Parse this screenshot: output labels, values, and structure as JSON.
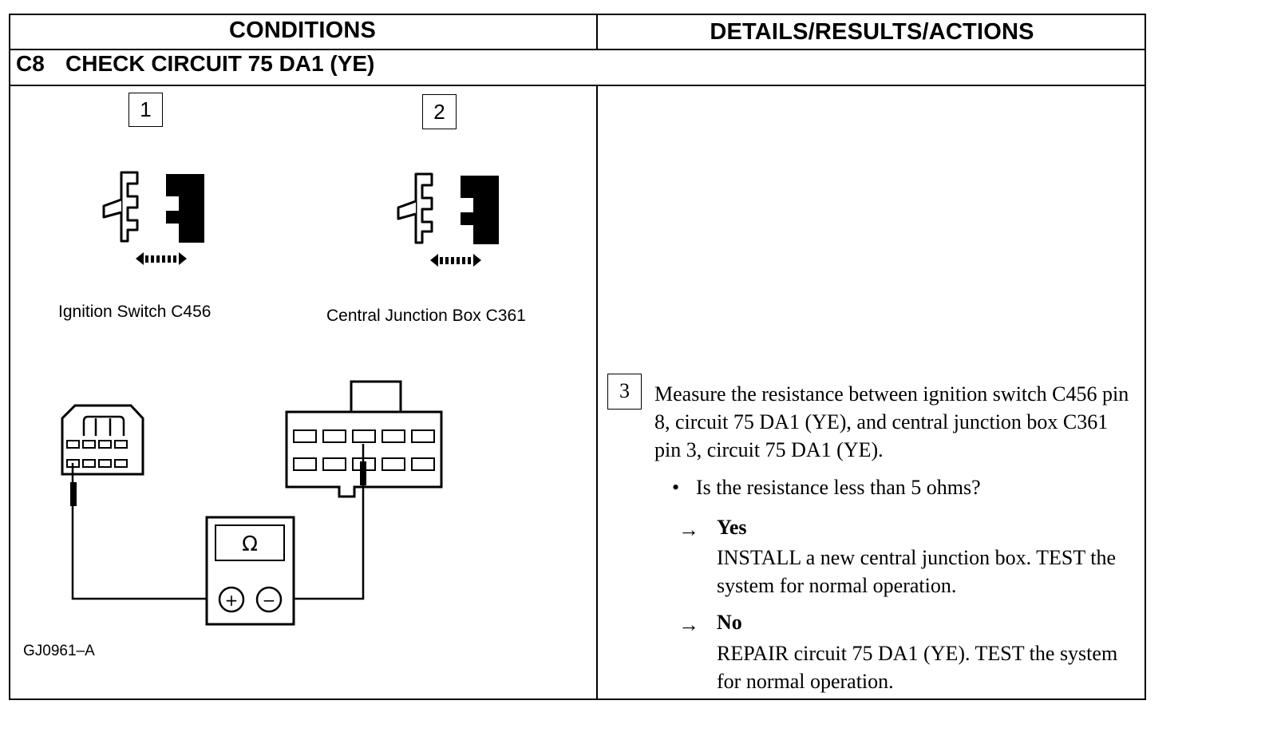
{
  "table": {
    "col_conditions": "CONDITIONS",
    "col_details": "DETAILS/RESULTS/ACTIONS"
  },
  "step": {
    "number": "C8",
    "title": "CHECK CIRCUIT 75 DA1 (YE)"
  },
  "figure": {
    "callout_1": "1",
    "callout_2": "2",
    "caption_1": "Ignition Switch C456",
    "caption_2": "Central Junction Box C361",
    "meter_symbol": "Ω",
    "plus_symbol": "+",
    "minus_symbol": "−",
    "figure_ref": "GJ0961–A",
    "icons": [
      "disconnect-connector-icon",
      "disconnect-connector-icon",
      "ohmmeter-icon"
    ]
  },
  "details": {
    "step_number": "3",
    "instruction": "Measure the resistance between ignition switch C456 pin 8, circuit 75 DA1 (YE), and central junction box C361 pin 3, circuit 75 DA1 (YE).",
    "question": "Is the resistance less than 5 ohms?",
    "bullet": "•",
    "arrow": "→",
    "yes_label": "Yes",
    "yes_text": "INSTALL a new central junction box. TEST the system for normal operation.",
    "no_label": "No",
    "no_text": "REPAIR circuit 75 DA1 (YE). TEST the system for normal operation."
  }
}
